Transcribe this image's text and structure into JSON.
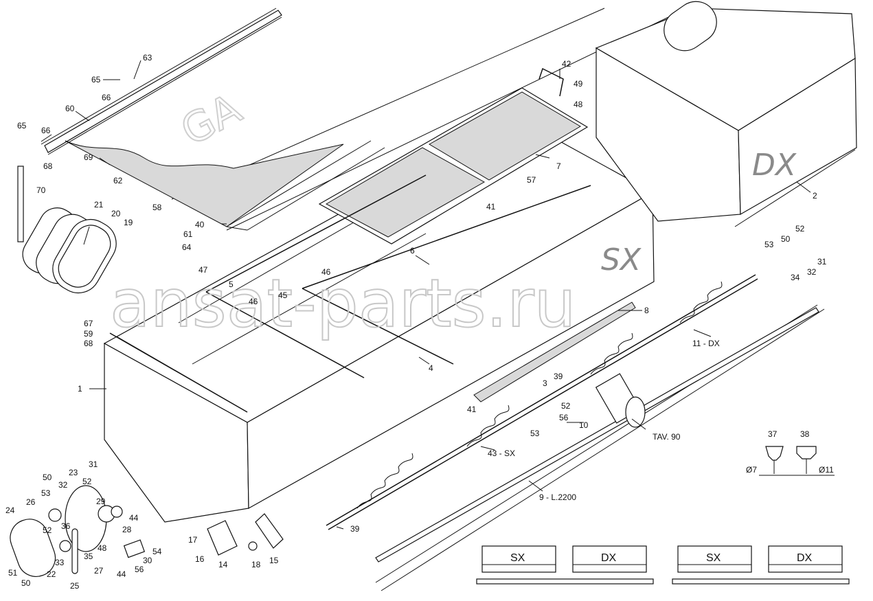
{
  "diagram": {
    "watermark": "ansat-parts.ru",
    "side_marks": {
      "left": "SX",
      "right": "DX"
    },
    "labels": [
      {
        "text": "63"
      },
      {
        "text": "65"
      },
      {
        "text": "66"
      },
      {
        "text": "60"
      },
      {
        "text": "65"
      },
      {
        "text": "66"
      },
      {
        "text": "68"
      },
      {
        "text": "69"
      },
      {
        "text": "62"
      },
      {
        "text": "70"
      },
      {
        "text": "21"
      },
      {
        "text": "20"
      },
      {
        "text": "19"
      },
      {
        "text": "58"
      },
      {
        "text": "40"
      },
      {
        "text": "61"
      },
      {
        "text": "64"
      },
      {
        "text": "42"
      },
      {
        "text": "49"
      },
      {
        "text": "48"
      },
      {
        "text": "7"
      },
      {
        "text": "57"
      },
      {
        "text": "41"
      },
      {
        "text": "2"
      },
      {
        "text": "6"
      },
      {
        "text": "47"
      },
      {
        "text": "5"
      },
      {
        "text": "46"
      },
      {
        "text": "46"
      },
      {
        "text": "45"
      },
      {
        "text": "67"
      },
      {
        "text": "59"
      },
      {
        "text": "68"
      },
      {
        "text": "1"
      },
      {
        "text": "4"
      },
      {
        "text": "52"
      },
      {
        "text": "53"
      },
      {
        "text": "50"
      },
      {
        "text": "31"
      },
      {
        "text": "34"
      },
      {
        "text": "32"
      },
      {
        "text": "8"
      },
      {
        "text": "11 - DX"
      },
      {
        "text": "3"
      },
      {
        "text": "39"
      },
      {
        "text": "52"
      },
      {
        "text": "56"
      },
      {
        "text": "41"
      },
      {
        "text": "53"
      },
      {
        "text": "10"
      },
      {
        "text": "TAV. 90"
      },
      {
        "text": "43 - SX"
      },
      {
        "text": "37"
      },
      {
        "text": "38"
      },
      {
        "text": "Ø7"
      },
      {
        "text": "Ø11"
      },
      {
        "text": "9 - L.2200"
      },
      {
        "text": "39"
      },
      {
        "text": "31"
      },
      {
        "text": "23"
      },
      {
        "text": "50"
      },
      {
        "text": "32"
      },
      {
        "text": "52"
      },
      {
        "text": "53"
      },
      {
        "text": "26"
      },
      {
        "text": "29"
      },
      {
        "text": "24"
      },
      {
        "text": "44"
      },
      {
        "text": "28"
      },
      {
        "text": "36"
      },
      {
        "text": "52"
      },
      {
        "text": "48"
      },
      {
        "text": "30"
      },
      {
        "text": "54"
      },
      {
        "text": "35"
      },
      {
        "text": "56"
      },
      {
        "text": "44"
      },
      {
        "text": "51"
      },
      {
        "text": "22"
      },
      {
        "text": "33"
      },
      {
        "text": "27"
      },
      {
        "text": "50"
      },
      {
        "text": "25"
      },
      {
        "text": "17"
      },
      {
        "text": "16"
      },
      {
        "text": "14"
      },
      {
        "text": "18"
      },
      {
        "text": "15"
      }
    ],
    "legend_boxes": [
      {
        "text": "SX"
      },
      {
        "text": "DX"
      },
      {
        "text": "SX"
      },
      {
        "text": "DX"
      }
    ]
  }
}
